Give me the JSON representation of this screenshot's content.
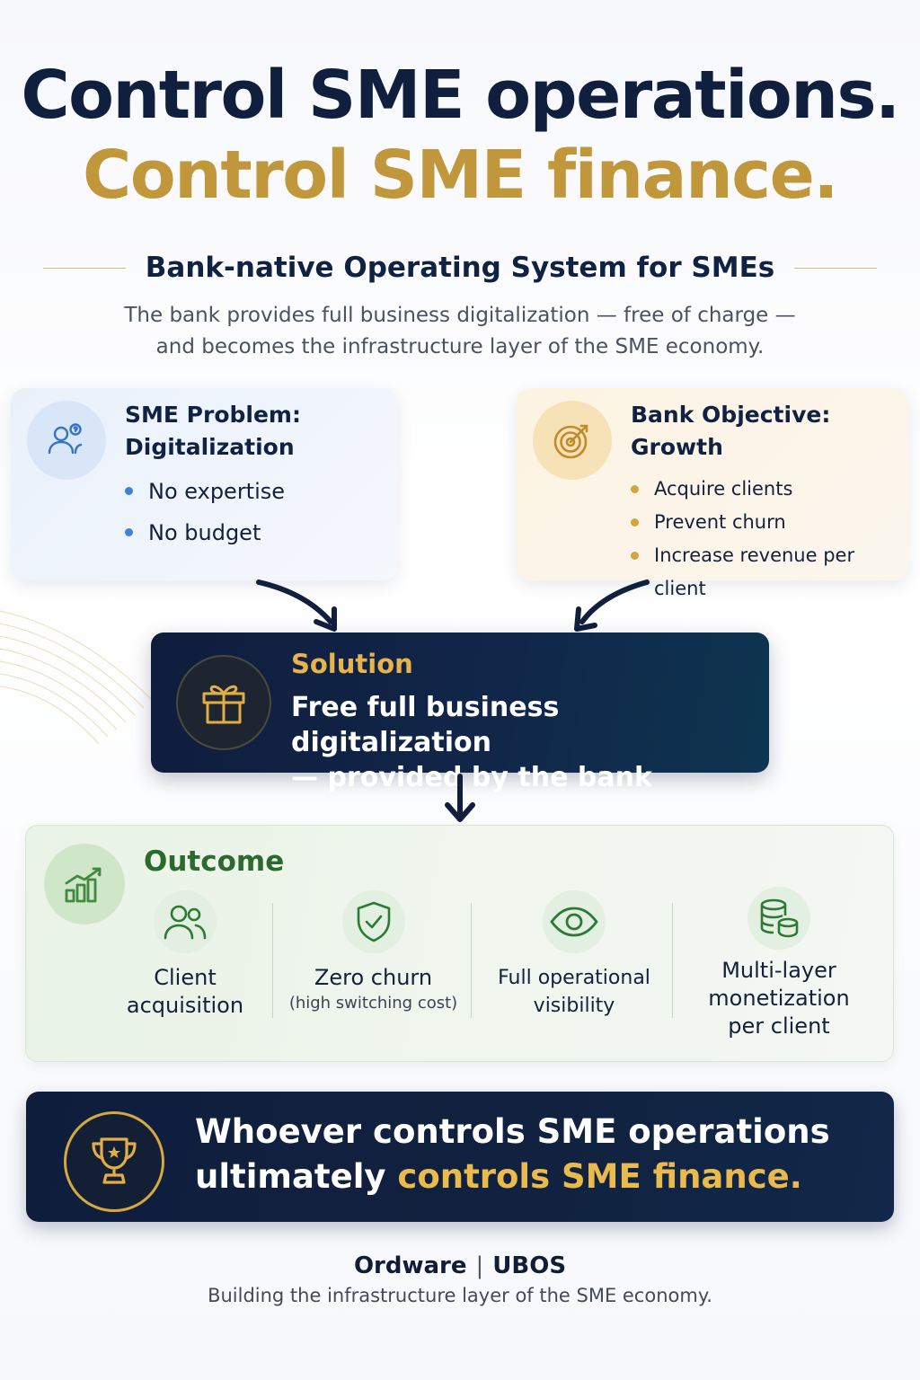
{
  "headline": {
    "line1": "Control SME operations.",
    "line2": "Control SME finance."
  },
  "subtitle": "Bank-native Operating System for SMEs",
  "lede": {
    "line1": "The bank provides full business digitalization — free of charge —",
    "line2": "and becomes the infrastructure layer of the SME economy."
  },
  "problem": {
    "title_line1": "SME Problem:",
    "title_line2": "Digitalization",
    "icon": "users-question-icon",
    "bullets": [
      "No expertise",
      "No budget"
    ]
  },
  "objective": {
    "title_line1": "Bank Objective:",
    "title_line2": "Growth",
    "icon": "target-icon",
    "bullets": [
      "Acquire clients",
      "Prevent churn",
      "Increase revenue per client"
    ]
  },
  "solution": {
    "label": "Solution",
    "line1": "Free full business digitalization",
    "line2": "— provided by the bank",
    "icon": "gift-icon"
  },
  "outcome": {
    "title": "Outcome",
    "icon": "growth-chart-icon",
    "items": [
      {
        "icon": "users-icon",
        "line1": "Client",
        "line2": "acquisition",
        "sub": ""
      },
      {
        "icon": "shield-check-icon",
        "line1": "Zero churn",
        "line2": "",
        "sub": "(high switching cost)"
      },
      {
        "icon": "eye-icon",
        "line1": "Full operational",
        "line2": "visibility",
        "sub": ""
      },
      {
        "icon": "coins-stack-icon",
        "line1": "Multi-layer",
        "line2": "monetization",
        "line3": "per client"
      }
    ]
  },
  "banner": {
    "line1": "Whoever controls SME operations",
    "line2_plain": "ultimately ",
    "line2_gold": "controls SME finance.",
    "icon": "trophy-icon"
  },
  "footer": {
    "brand1": "Ordware",
    "separator": "|",
    "brand2": "UBOS",
    "tagline": "Building the infrastructure layer of the SME economy."
  },
  "colors": {
    "navy": "#0f1f3d",
    "gold": "#c0973a",
    "green": "#2a6a2f",
    "blue_dot": "#3e82d8"
  }
}
